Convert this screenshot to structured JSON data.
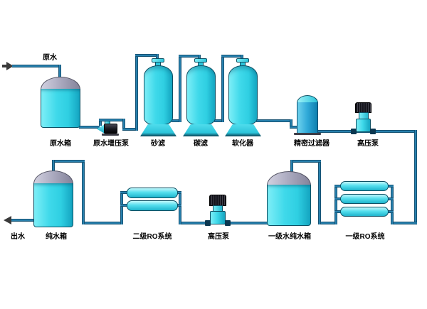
{
  "diagram": {
    "type": "water-treatment-process-flow",
    "inlet": {
      "label": "原水"
    },
    "outlet": {
      "label": "出水"
    },
    "top_row": {
      "raw_tank": "原水箱",
      "booster_pump": "原水增压泵",
      "sand_filter": "砂滤",
      "carbon_filter": "碳滤",
      "softener": "软化器",
      "precision_filter": "精密过滤器",
      "hp_pump": "高压泵"
    },
    "bottom_row": {
      "ro2": "二级RO系统",
      "hp_pump": "高压泵",
      "ro1_tank": "一级水纯水箱",
      "ro1": "一级RO系统",
      "pure_tank": "纯水箱"
    },
    "colors": {
      "equipment_cyan": "#35d4e6",
      "tank_dome_gray": "#a7a6bb",
      "precision_filter_blue": "#2fa9d8",
      "pipe_blue": "#1c6f99",
      "pump_motor_dark": "#17171f",
      "label_text": "#000000",
      "background": "#ffffff"
    }
  }
}
